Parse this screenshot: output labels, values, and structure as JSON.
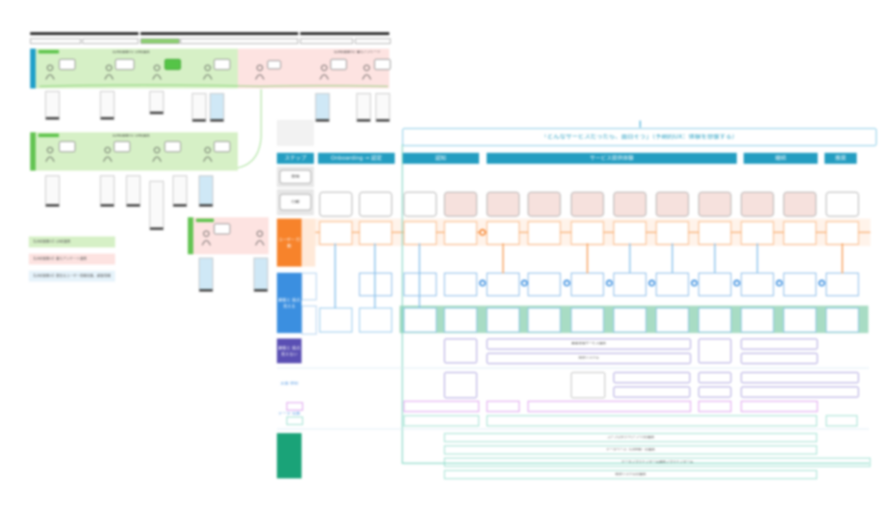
{
  "left_board": {
    "lanes": [
      {
        "title": "【LINE施策①】LINE連携"
      },
      {
        "title": "【LINE施策①】LINE連携"
      }
    ],
    "survey_title": "【LINE施策②】暮らアンケート"
  },
  "legend": [
    {
      "label": "【LINE施策①】LINE連携",
      "color": "#d6f0c6"
    },
    {
      "label": "【LINE施策②】暮らアンケート連携",
      "color": "#fde3e1"
    },
    {
      "label": "【LINE施策③】居住るユーザー情報収集、顧客情報",
      "color": "#e6f3fb"
    }
  ],
  "blueprint": {
    "top_title": "「どんなサービスだったら、面白そう」（予期的UX：体験を想像する）",
    "stage_label": "ステップ",
    "phases": [
      "Onboarding → 認定",
      "認知",
      "サービス提供体験",
      "継続",
      "推奨"
    ],
    "row_labels": [
      "感情",
      "行動"
    ],
    "user_label": "ユーザー\n行動",
    "frontstage_label": "顧客と\n接点\n見える",
    "backstage_label": "顧客と\n接点\n見えない",
    "support_label": "支援\n体制",
    "data_label": "データ\n収集",
    "purple_bars": [
      "顧客管理サービス連携",
      "既存システム"
    ],
    "teal_bars": [
      "コアプロダクト(アプリ)の連携",
      "データベース（CRM等）の連携",
      "データプラットフォーム連携プラットフォーム",
      "既存システムの連携"
    ]
  },
  "colors": {
    "header_blue": "#239dc1",
    "user_orange": "#f7832b",
    "front_blue": "#3b8fe0",
    "back_purple": "#5a4fb3",
    "data_teal": "#1aa378",
    "lane_green": "#d6f0c6",
    "lane_pink": "#fde3e1"
  }
}
